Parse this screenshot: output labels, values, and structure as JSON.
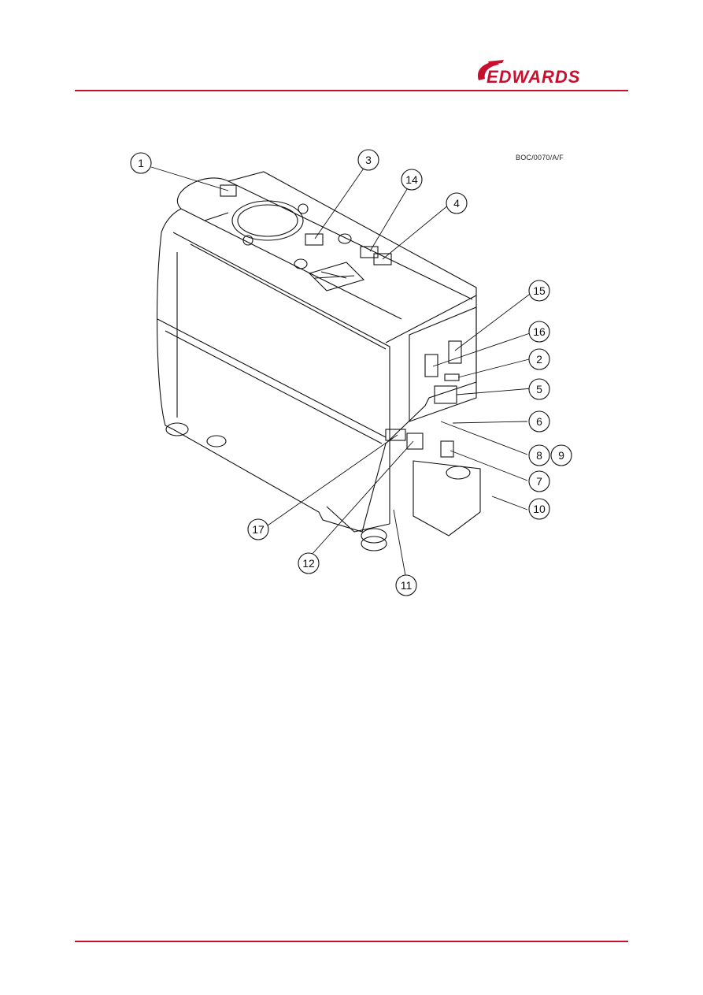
{
  "brand": {
    "name": "EDWARDS",
    "color": "#c8102e"
  },
  "figure": {
    "reference": "BOC/0070/A/F",
    "callouts": [
      "1",
      "3",
      "14",
      "4",
      "15",
      "16",
      "2",
      "5",
      "6",
      "8",
      "9",
      "7",
      "10",
      "17",
      "12",
      "11"
    ]
  }
}
